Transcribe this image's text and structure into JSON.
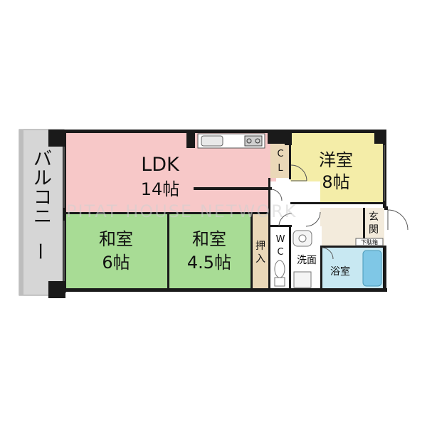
{
  "rooms": {
    "ldk": {
      "name": "LDK",
      "size": "14帖"
    },
    "washitsu_6": {
      "name": "和室",
      "size": "6帖"
    },
    "washitsu_45": {
      "name": "和室",
      "size": "4.5帖"
    },
    "yoshitsu": {
      "name": "洋室",
      "size": "8帖"
    },
    "closet": {
      "c": "C",
      "l": "L"
    },
    "oshiire": {
      "a": "押",
      "b": "入"
    },
    "wc": {
      "w": "W",
      "c": "C"
    },
    "senmen": "洗面",
    "yokushitsu": "浴室",
    "genkan": {
      "a": "玄",
      "b": "関"
    },
    "getabako": "下駄箱",
    "balcony": "バルコニー"
  },
  "watermark": "PITAT HOUSE NETWORK",
  "colors": {
    "ldk": "#f7c8c8",
    "washitsu": "#a8dc95",
    "yoshitsu": "#f4eda8",
    "bath": "#c8e8f2",
    "entry": "#f3ebdc",
    "oshiire": "#ead8b8",
    "balcony": "#d6d6d6",
    "wall": "#1a1a1a"
  }
}
